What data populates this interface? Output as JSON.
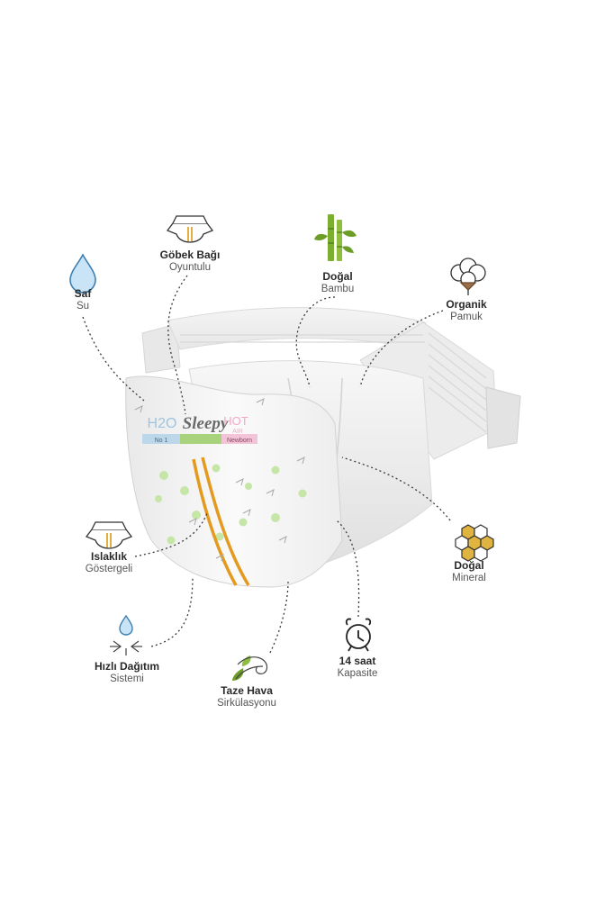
{
  "brand": {
    "logo_text": "Sleepy",
    "h2o": "H2O",
    "hot": "HOT",
    "air": "AIR",
    "strip_left": "No 1",
    "strip_mid": "",
    "strip_right": "Newborn"
  },
  "features": [
    {
      "id": "saf",
      "title": "Saf",
      "sub": "Su",
      "icon": "water-drop-icon"
    },
    {
      "id": "gobek",
      "title": "Göbek Bağı",
      "sub": "Oyuntulu",
      "icon": "diaper-icon"
    },
    {
      "id": "bambu",
      "title": "Doğal",
      "sub": "Bambu",
      "icon": "bamboo-icon"
    },
    {
      "id": "pamuk",
      "title": "Organik",
      "sub": "Pamuk",
      "icon": "cotton-icon"
    },
    {
      "id": "mineral",
      "title": "Doğal",
      "sub": "Mineral",
      "icon": "honeycomb-icon"
    },
    {
      "id": "islaklik",
      "title": "Islaklık",
      "sub": "Göstergeli",
      "icon": "wetness-indicator-icon"
    },
    {
      "id": "dagitim",
      "title": "Hızlı Dağıtım",
      "sub": "Sistemi",
      "icon": "fast-distribution-icon"
    },
    {
      "id": "hava",
      "title": "Taze Hava",
      "sub": "Sirkülasyonu",
      "icon": "fresh-air-icon"
    },
    {
      "id": "saat",
      "title": "14 saat",
      "sub": "Kapasite",
      "icon": "alarm-clock-icon"
    }
  ],
  "colors": {
    "text": "#2e2e2e",
    "bamboo_green": "#7cae2f",
    "honey": "#e0b440",
    "stripe_orange": "#e39a1e",
    "dot_green": "#c6e6a8",
    "h2o_blue": "#9fc4de",
    "hot_pink": "#f2a9c7"
  }
}
